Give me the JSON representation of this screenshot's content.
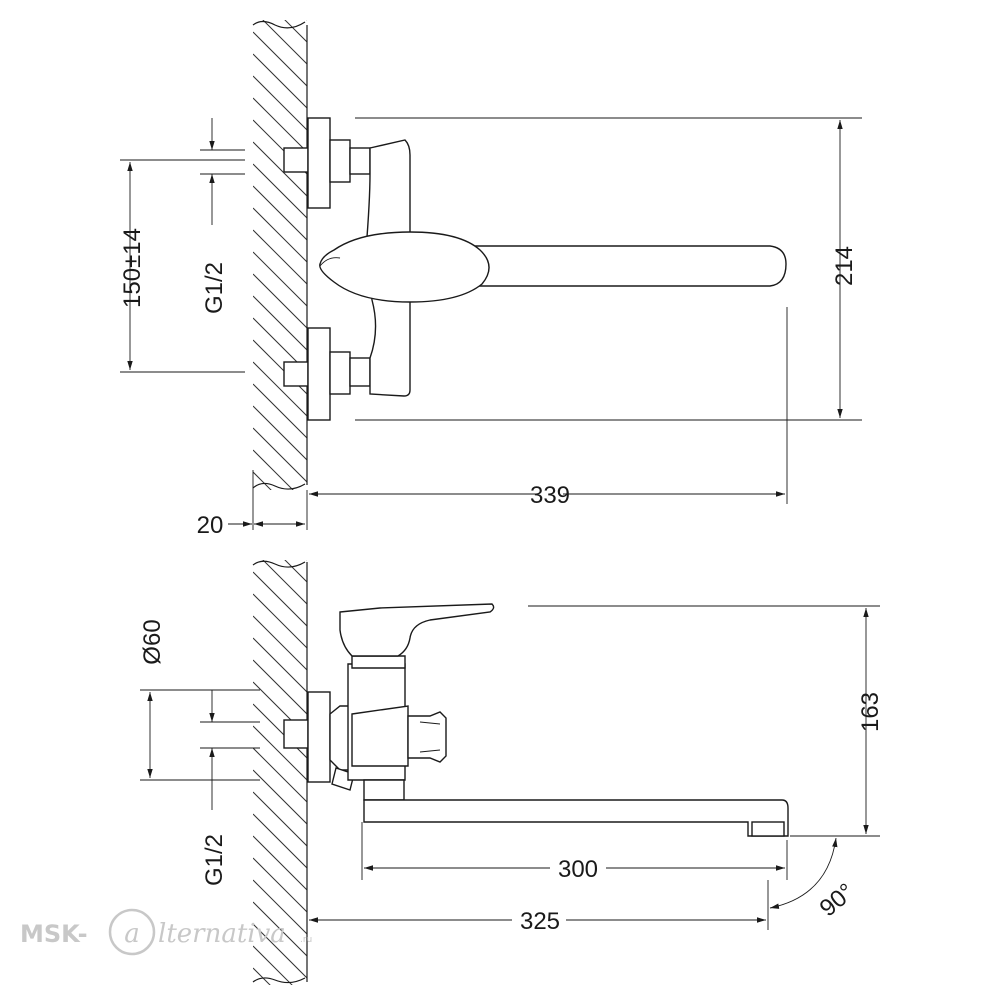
{
  "views": {
    "top": {
      "dims": {
        "spacing": "150±14",
        "thread": "G1/2",
        "height": "214",
        "reach": "339",
        "wall_offset": "20"
      }
    },
    "side": {
      "dims": {
        "diameter": "Ø60",
        "thread": "G1/2",
        "height": "163",
        "spout": "300",
        "total": "325",
        "angle": "90°"
      }
    }
  },
  "watermark": {
    "prefix": "MSK-",
    "script": "lternativa",
    "suffix": ".ru"
  }
}
